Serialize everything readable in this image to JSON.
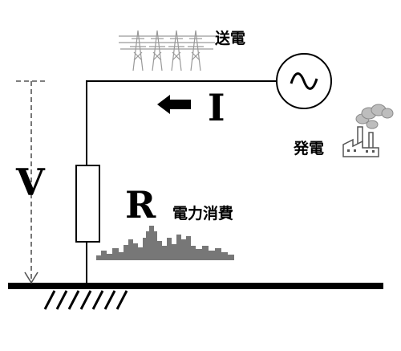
{
  "labels": {
    "transmission": "送電",
    "generation": "発電",
    "consumption": "電力消費",
    "voltage": "V",
    "current": "I",
    "resistance": "R"
  },
  "icons": {
    "source": "ac-source-icon",
    "arrow": "left-arrow-icon",
    "towers": "transmission-tower-icon",
    "plant": "power-plant-icon",
    "city": "city-skyline-icon",
    "ground": "ground-icon"
  },
  "colors": {
    "line": "#000000",
    "silhouette": "#777777",
    "tower": "#9a9a9a",
    "dashed": "#555555"
  }
}
